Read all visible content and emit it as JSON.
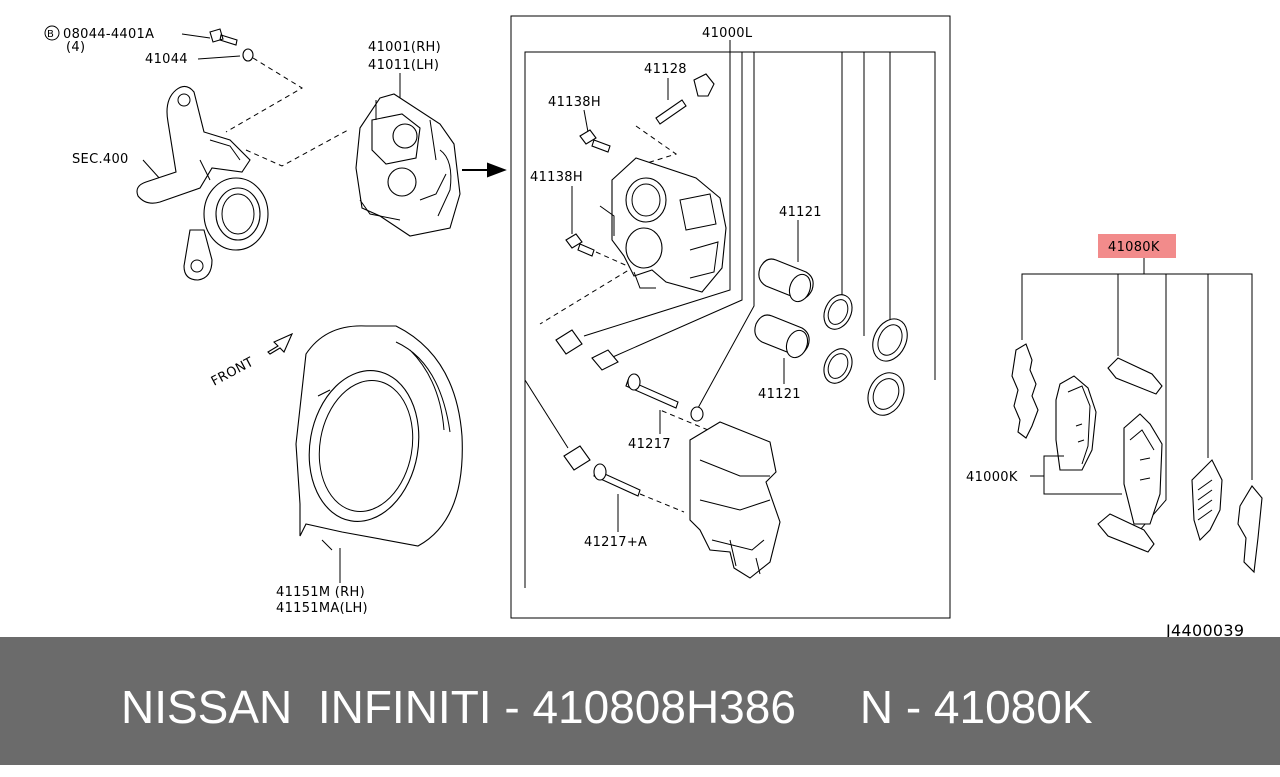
{
  "colors": {
    "footer_bg": "#6b6b6b",
    "footer_text": "#ffffff",
    "highlight": "#f28b8b",
    "line": "#000000"
  },
  "labels": {
    "bolt_code": "08044-4401A",
    "bolt_qty": "(4)",
    "bolt_marker": "B",
    "washer": "41044",
    "knuckle": "SEC.400",
    "caliper_rh": "41001(RH)",
    "caliper_lh": "41011(LH)",
    "front": "FRONT",
    "shield_rh": "41151M (RH)",
    "shield_lh": "41151MA(LH)",
    "caliper_assy": "41000L",
    "bleeder": "41128",
    "bolt_upper": "41138H",
    "bolt_lower": "41138H",
    "piston_upper": "41121",
    "piston_lower": "41121",
    "pin": "41217",
    "pin_a": "41217+A",
    "pad_kit": "41080K",
    "pad_set": "41000K",
    "drawing_code": "J4400039"
  },
  "footer": {
    "text": "NISSAN  INFINITI - 410808H386     N - 41080K"
  }
}
